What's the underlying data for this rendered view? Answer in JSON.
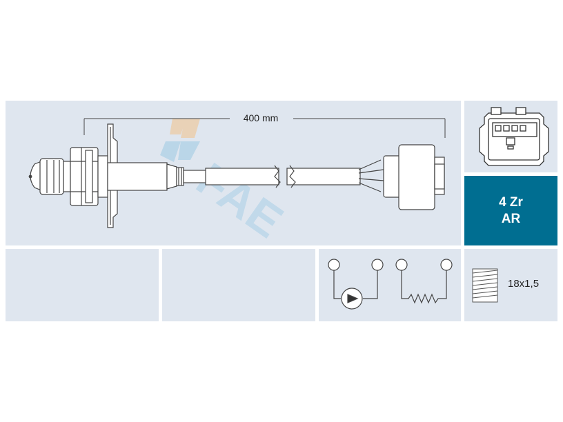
{
  "product": {
    "cable_length": "400 mm",
    "type_code_line1": "4 Zr",
    "type_code_line2": "AR",
    "thread": "18x1,5"
  },
  "colors": {
    "panel_bg": "#dfe6ef",
    "code_bg": "#006e91",
    "line": "#444444",
    "watermark_blue": "#7fb8d8",
    "watermark_orange": "#f2b36b"
  },
  "watermark": {
    "text": "FAE"
  }
}
